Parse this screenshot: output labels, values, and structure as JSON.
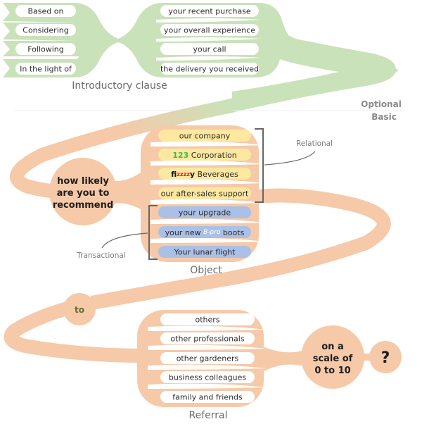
{
  "colors": {
    "green": "#c9e2b9",
    "peach": "#f6c9a8",
    "yellow_pill": "#fde8a0",
    "blue_pill": "#aac0e6",
    "white_pill": "#ffffff",
    "bracket": "#666666",
    "brand_123": "#3bbf3b",
    "brand_fizzy": "#e02020"
  },
  "intro": {
    "section_label": "Introductory clause",
    "left_items": [
      "Based on",
      "Considering",
      "Following",
      "In the light of"
    ],
    "right_items": [
      "your recent purchase",
      "your overall experience",
      "your call",
      "the delivery you received"
    ]
  },
  "divider": {
    "optional_label": "Optional",
    "basic_label": "Basic"
  },
  "basic": {
    "hub_lines": [
      "how likely",
      "are you to",
      "recommend"
    ]
  },
  "object": {
    "section_label": "Object",
    "relational_label": "Relational",
    "transactional_label": "Transactional",
    "relational_items": [
      {
        "prefix": "",
        "brand": "",
        "text": "our company"
      },
      {
        "prefix": "",
        "brand": "123",
        "text": " Corporation"
      },
      {
        "prefix": "fi",
        "brand": "zzzz",
        "suffix": "y",
        "text": " Beverages"
      },
      {
        "prefix": "",
        "brand": "",
        "text": "our after-sales support"
      }
    ],
    "transactional_items": [
      {
        "before": "your upgrade",
        "brand": "",
        "after": ""
      },
      {
        "before": "your new ",
        "brand": "B-pro",
        "after": " boots"
      },
      {
        "before": "Your lunar flight",
        "brand": "",
        "after": ""
      }
    ]
  },
  "connector": {
    "to_label": "to"
  },
  "referral": {
    "section_label": "Referral",
    "items": [
      "others",
      "other professionals",
      "other gardeners",
      "business colleagues",
      "family and friends"
    ]
  },
  "scale": {
    "lines": [
      "on a",
      "scale of",
      "0 to 10"
    ],
    "end_mark": "?"
  }
}
